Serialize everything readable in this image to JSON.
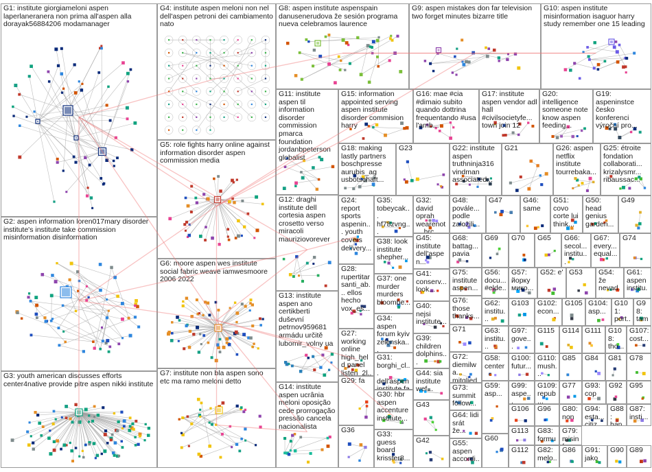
{
  "graph": {
    "groups": [
      {
        "id": "G1",
        "label": "G1: institute giorgiameloni aspen laperlaneranera non prima all'aspen alla dorayak56884206 modamanager",
        "nodes": 60,
        "style": "hub",
        "accent": "#0b2b7a"
      },
      {
        "id": "G2",
        "label": "G2: aspen information loren017mary disorder institute's institute take commission misinformation disinformation",
        "nodes": 70,
        "style": "cluster",
        "accent": "#2e86de"
      },
      {
        "id": "G3",
        "label": "G3: youth american discusses efforts center4native provide pitre aspen nikki institute",
        "nodes": 95,
        "style": "star",
        "accent": "#10a37f"
      },
      {
        "id": "G4",
        "label": "G4: institute aspen meloni non nel dell'aspen petroni dei cambiamento nato",
        "nodes": 60,
        "style": "grid",
        "accent": "#3cb44b"
      },
      {
        "id": "G5",
        "label": "G5: role fights harry online against information disorder aspen commission media",
        "nodes": 45,
        "style": "star",
        "accent": "#c0392b"
      },
      {
        "id": "G6",
        "label": "G6: moore aspen wes institute social fabric weave iamwesmoore 2006 2022",
        "nodes": 70,
        "style": "star",
        "accent": "#e58e26"
      },
      {
        "id": "G7",
        "label": "G7: institute non bla aspen sono etc ma ramo meloni detto",
        "nodes": 40,
        "style": "cluster",
        "accent": "#f1c40f"
      },
      {
        "id": "G8",
        "label": "G8: aspen institute aspenspain danusenerudova že sesión programa nueva celebramos laurence",
        "nodes": 40,
        "style": "scatter",
        "accent": "#7bbf3a"
      },
      {
        "id": "G9",
        "label": "G9: aspen mistakes don far television two forget minutes bizarre title",
        "nodes": 26,
        "style": "cluster",
        "accent": "#8e44ad"
      },
      {
        "id": "G10",
        "label": "G10: aspen institute misinformation isaguor harry study remember one 15 leading",
        "nodes": 24,
        "style": "cluster",
        "accent": "#6c5ce7"
      },
      {
        "id": "G11",
        "label": "G11: institute aspen til information disorder commission pmarca foundation jordanbpeterson globalist",
        "nodes": 14,
        "style": "scatter",
        "accent": "#16a085"
      },
      {
        "id": "G12",
        "label": "G12: draghi institute dell cortesia aspen crosetto verso miracoli mauriziovorever",
        "nodes": 12,
        "style": "scatter",
        "accent": "#27ae60"
      },
      {
        "id": "G13",
        "label": "G13: institute aspen ano certikberti duševní petrnov959681 armádu určitě lubomir_volny ua",
        "nodes": 16,
        "style": "scatter",
        "accent": "#2980b9"
      },
      {
        "id": "G14",
        "label": "G14: institute aspen ucrânia meloni oposição cede prorrogação pressão cancela nacionalista",
        "nodes": 16,
        "style": "scatter",
        "accent": "#1abc9c"
      },
      {
        "id": "G15",
        "label": "G15: information appointed serving aspen institute disorder commision harry",
        "nodes": 10,
        "style": "scatter",
        "accent": "#d35400"
      },
      {
        "id": "G16",
        "label": "G16: mae #cia #dimaio subito quando dottrina frequentando #usa l'amb...",
        "nodes": 10,
        "style": "scatter",
        "accent": "#e84393"
      },
      {
        "id": "G17",
        "label": "G17: institute aspen vendor adl hall #civilsocietyfe... town join 12",
        "nodes": 10,
        "style": "scatter",
        "accent": "#c0392b"
      },
      {
        "id": "G18",
        "label": "G18: making lastly partners boschpresse aurubis_ag usbotschaft...",
        "nodes": 10,
        "style": "scatter",
        "accent": "#7f8c8d"
      },
      {
        "id": "G19",
        "label": "G19: aspeninstce česko konferenci výroční pro...",
        "nodes": 8,
        "style": "scatter",
        "accent": "#34495e"
      },
      {
        "id": "G20",
        "label": "G20: intelligence someone note know aspen feeding...",
        "nodes": 8,
        "style": "scatter",
        "accent": "#9b59b6"
      },
      {
        "id": "G21",
        "label": "G21",
        "nodes": 9,
        "style": "scatter",
        "accent": "#e67e22"
      },
      {
        "id": "G22",
        "label": "G22: institute aspen truthninja316 vindman associated...",
        "nodes": 9,
        "style": "scatter",
        "accent": "#2c3e50"
      },
      {
        "id": "G23",
        "label": "G23",
        "nodes": 9,
        "style": "scatter",
        "accent": "#8e44ad"
      },
      {
        "id": "G24",
        "label": "G24: report sports aspenin... youth covers delivery...",
        "nodes": 6,
        "style": "scatter",
        "accent": "#0097e6"
      },
      {
        "id": "G25",
        "label": "G25: étroite fondation collaborati... krizalysmr... ribaussac...",
        "nodes": 8,
        "style": "scatter",
        "accent": "#44bd32"
      },
      {
        "id": "G26",
        "label": "G26: aspen netflix institute tourrebaka...",
        "nodes": 8,
        "style": "scatter",
        "accent": "#e1b12c"
      },
      {
        "id": "G27",
        "label": "G27: working online high_held panel listen_2l...",
        "nodes": 6,
        "style": "scatter",
        "accent": "#c23616"
      },
      {
        "id": "G28",
        "label": "G28: rupertitar santi_ab... ellos hecho vox_es...",
        "nodes": 6,
        "style": "scatter",
        "accent": "#273c75"
      },
      {
        "id": "G29",
        "label": "G29: fa",
        "nodes": 4,
        "style": "scatter",
        "accent": "#e84118"
      },
      {
        "id": "G30",
        "label": "G30: hbr aspen accenture institute...",
        "nodes": 5,
        "style": "scatter",
        "accent": "#4cd137"
      },
      {
        "id": "G31",
        "label": "G31: borghi_cl... dell'aspen institute fa",
        "nodes": 5,
        "style": "scatter",
        "accent": "#00a8ff"
      },
      {
        "id": "G32",
        "label": "G32: david oprah wearenot... hrc john...",
        "nodes": 5,
        "style": "scatter",
        "accent": "#9c88ff"
      },
      {
        "id": "G33",
        "label": "G33: guess board krisster8...",
        "nodes": 5,
        "style": "scatter",
        "accent": "#fbc531"
      },
      {
        "id": "G34",
        "label": "G34: aspen forum kyiv zelenska...",
        "nodes": 5,
        "style": "scatter",
        "accent": "#487eb0"
      },
      {
        "id": "G35",
        "label": "G35: tobeycak... hf78zvng... carrollqui...",
        "nodes": 5,
        "style": "scatter",
        "accent": "#e1b12c"
      },
      {
        "id": "G36",
        "label": "G36",
        "nodes": 5,
        "style": "scatter",
        "accent": "#8c7ae6"
      },
      {
        "id": "G37",
        "label": "G37: one murder murders bloombe...",
        "nodes": 5,
        "style": "scatter",
        "accent": "#c23616"
      },
      {
        "id": "G38",
        "label": "G38: look institute shepher...",
        "nodes": 5,
        "style": "scatter",
        "accent": "#0097e6"
      },
      {
        "id": "G39",
        "label": "G39: children dolphins...",
        "nodes": 4,
        "style": "scatter",
        "accent": "#44bd32"
      },
      {
        "id": "G40",
        "label": "G40: nejsi institute...",
        "nodes": 4,
        "style": "scatter",
        "accent": "#353b48"
      },
      {
        "id": "G41",
        "label": "G41: conserv... look...",
        "nodes": 4,
        "style": "scatter",
        "accent": "#e84118"
      },
      {
        "id": "G42",
        "label": "G42",
        "nodes": 4,
        "style": "scatter",
        "accent": "#273c75"
      },
      {
        "id": "G43",
        "label": "G43",
        "nodes": 4,
        "style": "scatter",
        "accent": "#4cd137"
      },
      {
        "id": "G44",
        "label": "G44: sia institute wef...",
        "nodes": 4,
        "style": "scatter",
        "accent": "#00a8ff"
      },
      {
        "id": "G45",
        "label": "G45: institute dell'aspen...",
        "nodes": 4,
        "style": "scatter",
        "accent": "#9c88ff"
      },
      {
        "id": "G46",
        "label": "G46: same",
        "nodes": 4,
        "style": "scatter",
        "accent": "#fbc531"
      },
      {
        "id": "G47",
        "label": "G47",
        "nodes": 4,
        "style": "scatter",
        "accent": "#487eb0"
      },
      {
        "id": "G48",
        "label": "G48: povále... podle založili...",
        "nodes": 4,
        "style": "scatter",
        "accent": "#8c7ae6"
      },
      {
        "id": "G49",
        "label": "G49",
        "nodes": 4,
        "style": "scatter",
        "accent": "#e1b12c"
      },
      {
        "id": "G50",
        "label": "G50: head genius garden...",
        "nodes": 4,
        "style": "scatter",
        "accent": "#c23616"
      },
      {
        "id": "G51",
        "label": "G51: covo corte lui think...",
        "nodes": 4,
        "style": "scatter",
        "accent": "#0097e6"
      },
      {
        "id": "G52",
        "label": "G52: e'",
        "nodes": 3,
        "style": "scatter",
        "accent": "#44bd32"
      },
      {
        "id": "G53",
        "label": "G53",
        "nodes": 3,
        "style": "scatter",
        "accent": "#353b48"
      },
      {
        "id": "G54",
        "label": "G54: že nevad...",
        "nodes": 3,
        "style": "scatter",
        "accent": "#e84118"
      },
      {
        "id": "G55",
        "label": "G55: aspen accordi...",
        "nodes": 3,
        "style": "scatter",
        "accent": "#273c75"
      },
      {
        "id": "G56",
        "label": "G56: docu... #elde...",
        "nodes": 3,
        "style": "scatter",
        "accent": "#4cd137"
      },
      {
        "id": "G57",
        "label": "G57: йорку мико...",
        "nodes": 3,
        "style": "scatter",
        "accent": "#00a8ff"
      },
      {
        "id": "G58",
        "label": "G58: center",
        "nodes": 3,
        "style": "scatter",
        "accent": "#9c88ff"
      },
      {
        "id": "G59",
        "label": "G59: asp...",
        "nodes": 3,
        "style": "scatter",
        "accent": "#fbc531"
      },
      {
        "id": "G60",
        "label": "G60",
        "nodes": 3,
        "style": "scatter",
        "accent": "#487eb0"
      },
      {
        "id": "G61",
        "label": "G61: aspen institu...",
        "nodes": 3,
        "style": "scatter",
        "accent": "#8c7ae6"
      },
      {
        "id": "G62",
        "label": "G62: institu...",
        "nodes": 3,
        "style": "scatter",
        "accent": "#e1b12c"
      },
      {
        "id": "G63",
        "label": "G63: institu...",
        "nodes": 3,
        "style": "scatter",
        "accent": "#c23616"
      },
      {
        "id": "G64",
        "label": "G64: lidi srát že...",
        "nodes": 3,
        "style": "scatter",
        "accent": "#0097e6"
      },
      {
        "id": "G65",
        "label": "G65",
        "nodes": 3,
        "style": "scatter",
        "accent": "#44bd32"
      },
      {
        "id": "G66",
        "label": "G66: secol... institu...",
        "nodes": 3,
        "style": "scatter",
        "accent": "#353b48"
      },
      {
        "id": "G67",
        "label": "G67: every... equal...",
        "nodes": 3,
        "style": "scatter",
        "accent": "#e84118"
      },
      {
        "id": "G68",
        "label": "G68: battag... pavia",
        "nodes": 3,
        "style": "scatter",
        "accent": "#273c75"
      },
      {
        "id": "G69",
        "label": "G69",
        "nodes": 3,
        "style": "scatter",
        "accent": "#4cd137"
      },
      {
        "id": "G70",
        "label": "G70",
        "nodes": 3,
        "style": "scatter",
        "accent": "#00a8ff"
      },
      {
        "id": "G71",
        "label": "G71",
        "nodes": 3,
        "style": "scatter",
        "accent": "#9c88ff"
      },
      {
        "id": "G72",
        "label": "G72: diemilwa... mitglied finanz...",
        "nodes": 3,
        "style": "scatter",
        "accent": "#fbc531"
      },
      {
        "id": "G73",
        "label": "G73: summit follow...",
        "nodes": 3,
        "style": "scatter",
        "accent": "#487eb0"
      },
      {
        "id": "G74",
        "label": "G74",
        "nodes": 3,
        "style": "scatter",
        "accent": "#8c7ae6"
      },
      {
        "id": "G75",
        "label": "G75: institute aspen...",
        "nodes": 3,
        "style": "scatter",
        "accent": "#e1b12c"
      },
      {
        "id": "G76",
        "label": "G76: those thanks...",
        "nodes": 3,
        "style": "scatter",
        "accent": "#c23616"
      },
      {
        "id": "G77",
        "label": "G77",
        "nodes": 2,
        "style": "scatter",
        "accent": "#0097e6"
      },
      {
        "id": "G78",
        "label": "G78",
        "nodes": 2,
        "style": "scatter",
        "accent": "#44bd32"
      },
      {
        "id": "G79",
        "label": "G79: misinf...",
        "nodes": 2,
        "style": "scatter",
        "accent": "#353b48"
      },
      {
        "id": "G80",
        "label": "G80: non",
        "nodes": 2,
        "style": "scatter",
        "accent": "#e84118"
      },
      {
        "id": "G81",
        "label": "G81",
        "nodes": 2,
        "style": "scatter",
        "accent": "#273c75"
      },
      {
        "id": "G82",
        "label": "G82: melo...",
        "nodes": 2,
        "style": "scatter",
        "accent": "#4cd137"
      },
      {
        "id": "G83",
        "label": "G83: formu...",
        "nodes": 2,
        "style": "scatter",
        "accent": "#00a8ff"
      },
      {
        "id": "G84",
        "label": "G84",
        "nodes": 2,
        "style": "scatter",
        "accent": "#9c88ff"
      },
      {
        "id": "G85",
        "label": "G85",
        "nodes": 2,
        "style": "scatter",
        "accent": "#fbc531"
      },
      {
        "id": "G86",
        "label": "G86",
        "nodes": 2,
        "style": "scatter",
        "accent": "#487eb0"
      },
      {
        "id": "G87",
        "label": "G87: insti...",
        "nodes": 2,
        "style": "scatter",
        "accent": "#8c7ae6"
      },
      {
        "id": "G88",
        "label": "G88: han... chia...",
        "nodes": 2,
        "style": "scatter",
        "accent": "#e1b12c"
      },
      {
        "id": "G89",
        "label": "G89",
        "nodes": 2,
        "style": "scatter",
        "accent": "#c23616"
      },
      {
        "id": "G90",
        "label": "G90",
        "nodes": 2,
        "style": "scatter",
        "accent": "#0097e6"
      },
      {
        "id": "G91",
        "label": "G91: jako",
        "nodes": 2,
        "style": "scatter",
        "accent": "#44bd32"
      },
      {
        "id": "G92",
        "label": "G92",
        "nodes": 2,
        "style": "scatter",
        "accent": "#353b48"
      },
      {
        "id": "G93",
        "label": "G93: cop",
        "nodes": 2,
        "style": "scatter",
        "accent": "#e84118"
      },
      {
        "id": "G94",
        "label": "G94: esta... citiz...",
        "nodes": 2,
        "style": "scatter",
        "accent": "#273c75"
      },
      {
        "id": "G95",
        "label": "G95",
        "nodes": 2,
        "style": "scatter",
        "accent": "#4cd137"
      },
      {
        "id": "G96",
        "label": "G96",
        "nodes": 2,
        "style": "scatter",
        "accent": "#00a8ff"
      },
      {
        "id": "G97",
        "label": "G97: gove...",
        "nodes": 2,
        "style": "scatter",
        "accent": "#9c88ff"
      },
      {
        "id": "G98",
        "label": "G98: tam",
        "nodes": 2,
        "style": "scatter",
        "accent": "#fbc531"
      },
      {
        "id": "G99",
        "label": "G99: aspe...",
        "nodes": 2,
        "style": "scatter",
        "accent": "#487eb0"
      },
      {
        "id": "G100",
        "label": "G100: futur...",
        "nodes": 2,
        "style": "scatter",
        "accent": "#8c7ae6"
      },
      {
        "id": "G101",
        "label": "G101: port...",
        "nodes": 2,
        "style": "scatter",
        "accent": "#e1b12c"
      },
      {
        "id": "G102",
        "label": "G102: econ...",
        "nodes": 2,
        "style": "scatter",
        "accent": "#c23616"
      },
      {
        "id": "G103",
        "label": "G103",
        "nodes": 2,
        "style": "scatter",
        "accent": "#0097e6"
      },
      {
        "id": "G104",
        "label": "G104: asp...",
        "nodes": 2,
        "style": "scatter",
        "accent": "#44bd32"
      },
      {
        "id": "G105",
        "label": "G105",
        "nodes": 2,
        "style": "scatter",
        "accent": "#353b48"
      },
      {
        "id": "G106",
        "label": "G106",
        "nodes": 2,
        "style": "scatter",
        "accent": "#e84118"
      },
      {
        "id": "G107",
        "label": "G107: cost...",
        "nodes": 2,
        "style": "scatter",
        "accent": "#273c75"
      },
      {
        "id": "G108",
        "label": "G108: tho...",
        "nodes": 2,
        "style": "scatter",
        "accent": "#4cd137"
      },
      {
        "id": "G109",
        "label": "G109: repub...",
        "nodes": 2,
        "style": "scatter",
        "accent": "#00a8ff"
      },
      {
        "id": "G110",
        "label": "G110: mush...",
        "nodes": 2,
        "style": "scatter",
        "accent": "#9c88ff"
      },
      {
        "id": "G111",
        "label": "G111",
        "nodes": 2,
        "style": "scatter",
        "accent": "#fbc531"
      },
      {
        "id": "G112",
        "label": "G112",
        "nodes": 2,
        "style": "scatter",
        "accent": "#487eb0"
      },
      {
        "id": "G113",
        "label": "G113",
        "nodes": 2,
        "style": "scatter",
        "accent": "#8c7ae6"
      },
      {
        "id": "G114",
        "label": "G114",
        "nodes": 2,
        "style": "scatter",
        "accent": "#e1b12c"
      },
      {
        "id": "G115",
        "label": "G115",
        "nodes": 2,
        "style": "scatter",
        "accent": "#c23616"
      }
    ],
    "edge_color": "#f07878",
    "node_edge_color": "#a0a0a0"
  }
}
